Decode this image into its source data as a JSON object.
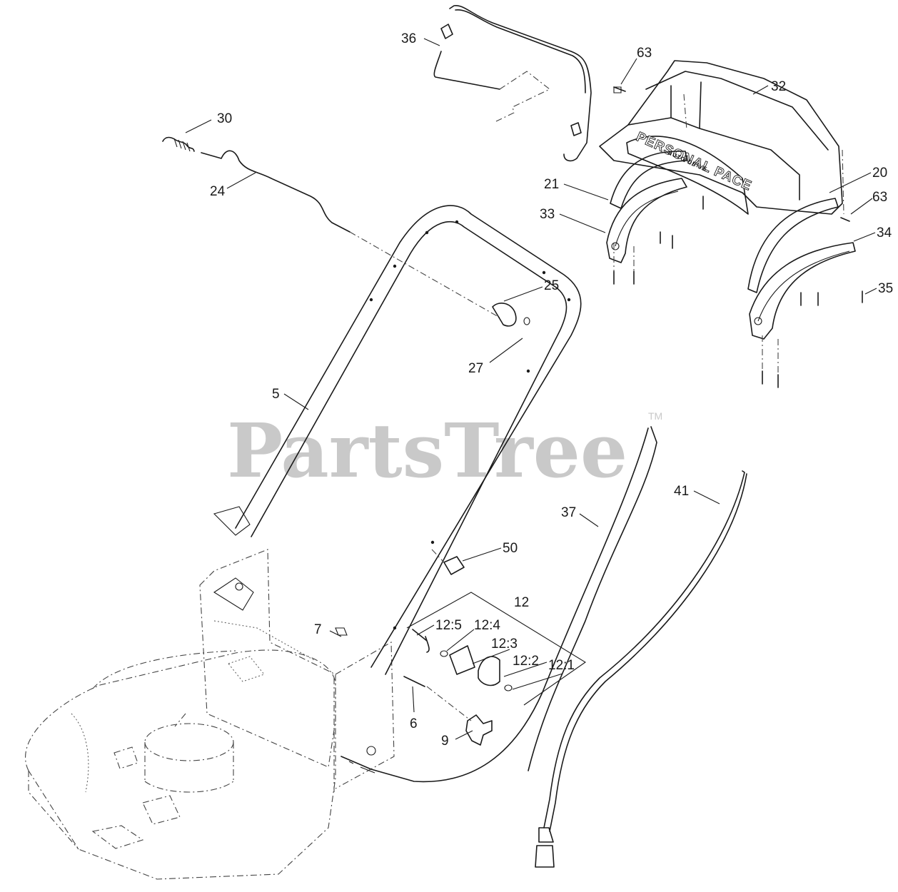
{
  "watermark": {
    "text": "PartsTree",
    "trademark": "TM"
  },
  "decal": {
    "line1": "PERSONAL PACE",
    "line2": "AUTO-DRIVE"
  },
  "callouts": [
    {
      "id": "c36",
      "text": "36"
    },
    {
      "id": "c63a",
      "text": "63"
    },
    {
      "id": "c32",
      "text": "32"
    },
    {
      "id": "c30",
      "text": "30"
    },
    {
      "id": "c24",
      "text": "24"
    },
    {
      "id": "c21",
      "text": "21"
    },
    {
      "id": "c20",
      "text": "20"
    },
    {
      "id": "c63b",
      "text": "63"
    },
    {
      "id": "c33",
      "text": "33"
    },
    {
      "id": "c34",
      "text": "34"
    },
    {
      "id": "c35",
      "text": "35"
    },
    {
      "id": "c25",
      "text": "25"
    },
    {
      "id": "c27",
      "text": "27"
    },
    {
      "id": "c5",
      "text": "5"
    },
    {
      "id": "c41",
      "text": "41"
    },
    {
      "id": "c37",
      "text": "37"
    },
    {
      "id": "c50",
      "text": "50"
    },
    {
      "id": "c12",
      "text": "12"
    },
    {
      "id": "c7",
      "text": "7"
    },
    {
      "id": "c125",
      "text": "12:5"
    },
    {
      "id": "c124",
      "text": "12:4"
    },
    {
      "id": "c123",
      "text": "12:3"
    },
    {
      "id": "c122",
      "text": "12:2"
    },
    {
      "id": "c121",
      "text": "12:1"
    },
    {
      "id": "c6",
      "text": "6"
    },
    {
      "id": "c9",
      "text": "9"
    }
  ]
}
